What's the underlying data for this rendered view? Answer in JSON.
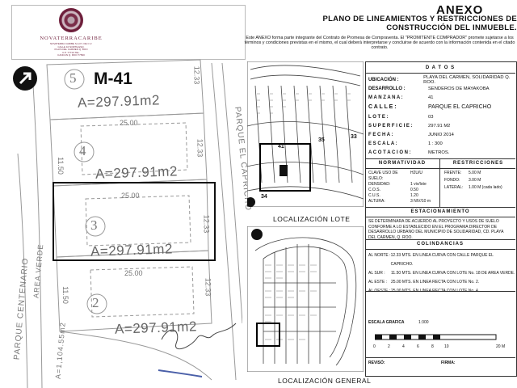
{
  "logo": {
    "name": "NOVATERRACARIBE",
    "small_text": [
      "NOVATERRA CARIBE S.A.P.I. DE C.V.",
      "CALLE 10 NORTE ESQ.",
      "PLAYA DEL CARMEN Q. ROO",
      "C.P. 77710 TEL.",
      "CANCUN Q. ROO 77500"
    ]
  },
  "header": {
    "anexo": "ANEXO",
    "title_1": "PLANO DE LINEAMIENTOS Y RESTRICCIONES DE",
    "title_2": "CONSTRUCCIÓN DEL INMUEBLE.",
    "intro": "Este ANEXO forma parte integrante del Contrato de Promesa de Compraventa. El \"PROMITENTE COMPRADOR\" promete sujetarse a los términos y condiciones previstas en el mismo, el cual deberá interpretarse y concluirse de acuerdo con la información contenida en el citado contrato."
  },
  "plan": {
    "manzana_label": "M-41",
    "lots": [
      {
        "num": "5",
        "area": "A=297.91m2"
      },
      {
        "num": "4",
        "area": "A=297.91m2"
      },
      {
        "num": "3",
        "area": "A=297.91m2"
      },
      {
        "num": "2",
        "area": "A=297.91m2"
      }
    ],
    "dims": {
      "width": "25.00",
      "side": "12.33",
      "depth_l": "11.50",
      "side_b": "12.33"
    },
    "streets": {
      "caprio": "PARQUE EL CAPRICHO",
      "centenario": "PARQUE CENTENARIO",
      "area_verde": "AREA VERDE",
      "area_verde_val": "A=1,104.55m2"
    }
  },
  "maps": {
    "lote_label": "LOCALIZACIÓN LOTE",
    "general_label": "LOCALIZACIÓN GENERAL",
    "lot_marks": [
      "41",
      "35",
      "33",
      "34"
    ]
  },
  "datos": {
    "title": "D A T O S",
    "rows": [
      {
        "label": "UBICACIÓN :",
        "value": "PLAYA DEL CARMEN, SOLIDARIDAD Q. ROO."
      },
      {
        "label": "DESARROLLO :",
        "value": "SENDEROS DE MAYAKOBA"
      },
      {
        "label": "M A N Z A N A :",
        "value": "41"
      },
      {
        "label": "C A L L E :",
        "value": "PARQUE EL CAPRICHO"
      },
      {
        "label": "L O T E :",
        "value": "03"
      },
      {
        "label": "S U P E R F I C I E :",
        "value": "297.91 M2"
      },
      {
        "label": "F E C H A :",
        "value": "JUNIO 2014"
      },
      {
        "label": "E S C A L A :",
        "value": "1 : 300"
      },
      {
        "label": "A C O T A C I O N :",
        "value": "METROS."
      }
    ]
  },
  "normatividad": {
    "title": "NORMATIVIDAD",
    "rows": [
      {
        "label": "CLAVE USO DE SUELO:",
        "value": "H2U/U"
      },
      {
        "label": "DENSIDAD:",
        "value": "1 viv/lote"
      },
      {
        "label": "C.O.S.",
        "value": "0.50"
      },
      {
        "label": "C.U.S.",
        "value": "1.20"
      },
      {
        "label": "ALTURA:",
        "value": "3 NIV/10 m"
      }
    ]
  },
  "restricciones": {
    "title": "RESTRICCIONES",
    "rows": [
      {
        "label": "FRENTE:",
        "value": "5.00 M"
      },
      {
        "label": "FONDO:",
        "value": "3.00 M"
      },
      {
        "label": "LATERAL:",
        "value": "1.00 M (cada lado)"
      }
    ]
  },
  "estacionamiento": {
    "title": "ESTACIONAMIENTO",
    "text": "SE DETERMINARA DE ACUERDO AL PROYECTO Y USOS DE SUELO CONFORME A LO ESTABLECIDO EN EL PROGRAMA DIRECTOR DE DESARROLLO URBANO DEL MUNICIPIO DE SOLIDARIDAD, CD. PLAYA DEL CARMEN, Q. ROO."
  },
  "colindancias": {
    "title": "COLINDANCIAS",
    "rows": [
      {
        "label": "AL NORTE :",
        "value": "12.33 MTS. EN LINEA CURVA CON CALLE PARQUE EL CAPRICHO."
      },
      {
        "label": "AL SUR :",
        "value": "11.50 MTS. EN LINEA CURVA CON LOTE No. 18 DE AREA VERDE."
      },
      {
        "label": "AL ESTE :",
        "value": "25.00 MTS. EN LINEA RECTA CON LOTE No. 2."
      },
      {
        "label": "AL OESTE :",
        "value": "25.00 MTS. EN LINEA RECTA CON LOTE No. 4."
      }
    ]
  },
  "scale": {
    "title": "ESCALA GRAFICA",
    "ratio": "1:300",
    "ticks": [
      "0",
      "2",
      "4",
      "6",
      "8",
      "10",
      "20 M"
    ]
  },
  "footer": {
    "reviso": "REVISÓ:",
    "firma": "FIRMA:"
  }
}
